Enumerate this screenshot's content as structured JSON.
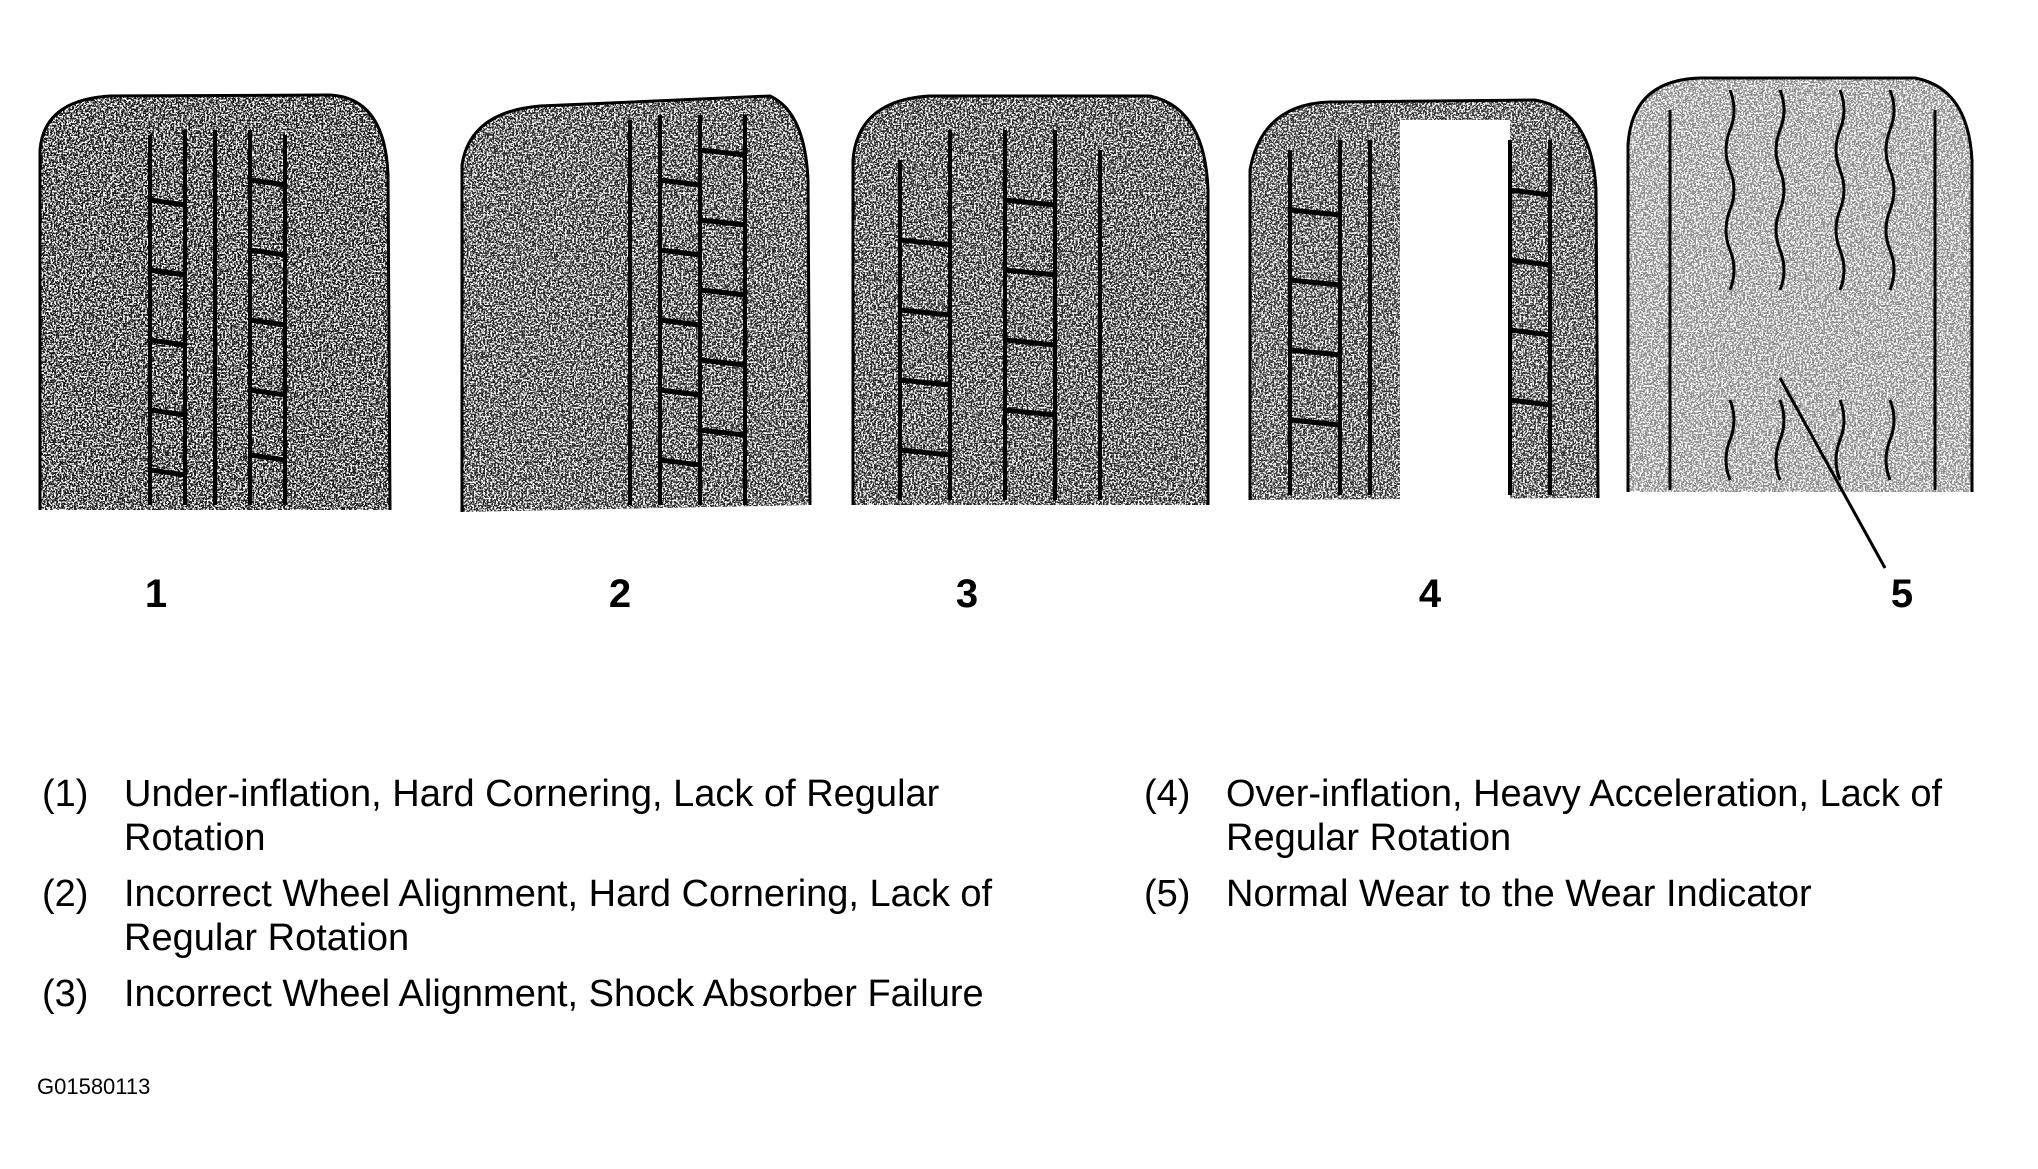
{
  "tires": [
    {
      "number": "1"
    },
    {
      "number": "2"
    },
    {
      "number": "3"
    },
    {
      "number": "4"
    },
    {
      "number": "5"
    }
  ],
  "legend": [
    {
      "code": "(1)",
      "text": "Under-inflation, Hard Cornering, Lack of Regular Rotation"
    },
    {
      "code": "(2)",
      "text": "Incorrect Wheel Alignment, Hard Cornering, Lack of Regular Rotation"
    },
    {
      "code": "(3)",
      "text": "Incorrect Wheel Alignment, Shock Absorber Failure"
    },
    {
      "code": "(4)",
      "text": "Over-inflation, Heavy Acceleration, Lack of Regular Rotation"
    },
    {
      "code": "(5)",
      "text": "Normal Wear to the Wear Indicator"
    }
  ],
  "figure_id": "G01580113"
}
